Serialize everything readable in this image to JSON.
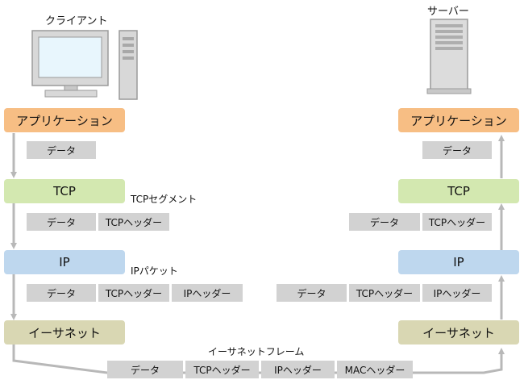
{
  "client": {
    "title": "クライアント",
    "layers": [
      "アプリケーション",
      "TCP",
      "IP",
      "イーサネット"
    ],
    "annotations": {
      "tcp": "TCPセグメント",
      "ip": "IPパケット"
    },
    "app_cells": [
      "データ"
    ],
    "tcp_cells": [
      "データ",
      "TCPヘッダー"
    ],
    "ip_cells": [
      "データ",
      "TCPヘッダー",
      "IPヘッダー"
    ]
  },
  "server": {
    "title": "サーバー",
    "layers": [
      "アプリケーション",
      "TCP",
      "IP",
      "イーサネット"
    ],
    "app_cells": [
      "データ"
    ],
    "tcp_cells": [
      "データ",
      "TCPヘッダー"
    ],
    "ip_cells": [
      "データ",
      "TCPヘッダー",
      "IPヘッダー"
    ]
  },
  "frame": {
    "title": "イーサネットフレーム",
    "cells": [
      "データ",
      "TCPヘッダー",
      "IPヘッダー",
      "MACヘッダー"
    ]
  },
  "colors": {
    "application": "#f7be84",
    "tcp": "#d3e8b0",
    "ip": "#bed7ee",
    "ethernet": "#d9d7b3",
    "cell": "#d2d2d2",
    "line": "#b8b8b8"
  }
}
